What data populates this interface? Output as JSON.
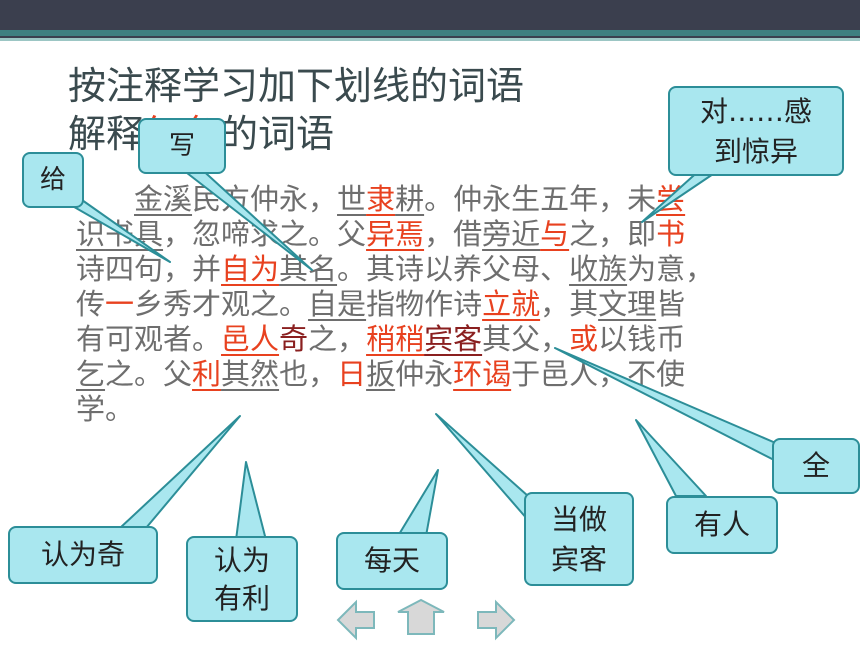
{
  "title": {
    "line1": "按注释学习加下划线的词语",
    "line2_a": "解释",
    "line2_red": "红色",
    "line2_b": "的词语"
  },
  "passage": {
    "l1": [
      "金溪",
      "民方仲永，",
      "世",
      "隶",
      "耕",
      "。仲永生五年，未",
      "尝"
    ],
    "l2": [
      "识",
      "书具",
      "，忽啼求之。父",
      "异焉",
      "，借",
      "旁近",
      "与",
      "之，即",
      "书"
    ],
    "l3": [
      "诗四句，并",
      "自为",
      "其名",
      "。其诗以养父母、",
      "收族",
      "为意，"
    ],
    "l4": [
      "传",
      "一",
      "乡秀才观之。",
      "自是",
      "指物作诗",
      "立就",
      "，其",
      "文理",
      "皆"
    ],
    "l5": [
      "有可观者。",
      "邑人",
      "奇",
      "之，",
      "稍稍",
      "宾客",
      "其父，",
      "或",
      "以钱币"
    ],
    "l6": [
      "乞",
      "之。父",
      "利",
      "其然",
      "也，",
      "日",
      "扳",
      "仲永",
      "环谒",
      "于邑人，不使"
    ],
    "l7": [
      "学。"
    ]
  },
  "callouts": {
    "gei": "给",
    "xie": "写",
    "dui_line1": "对……感",
    "dui_line2": "到惊异",
    "quan": "全",
    "renweiqi": "认为奇",
    "renwei_line1": "认为",
    "renwei_line2": "有利",
    "meitian": "每天",
    "dangzuo_line1": "当做",
    "dangzuo_line2": "宾客",
    "youren": "有人"
  },
  "colors": {
    "accent_red": "#e8411f",
    "callout_fill": "#a9e7ef",
    "callout_border": "#2c8e98"
  },
  "nav": {
    "icons": [
      "left-arrow-icon",
      "up-arrow-icon",
      "right-arrow-icon"
    ]
  }
}
